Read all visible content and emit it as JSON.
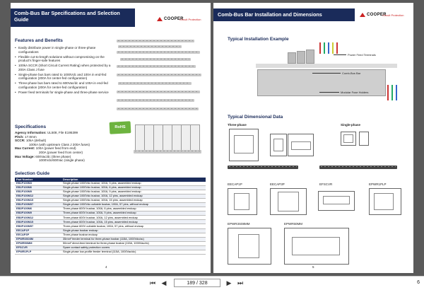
{
  "left_page": {
    "title": "Comb-Bus Bar Specifications and Selection Guide",
    "logo_name": "COOPER",
    "logo_sub": "Circuit Protection",
    "features_heading": "Features and Benefits",
    "features": [
      "Easily distribute power in single-phase or three-phase configurations",
      "Flexible cut-to-length solutions without compromising on the product's finger-safe features",
      "100kA SCCR (Short Circuit Current Rating) when protected by a 200A Class J fuse",
      "Single-phase bus bars rated to 1000Vdc and 100A in end-fed configuration (200A for center-fed configuration)",
      "Three-phase bus bars rated to 600Vac/dc and 100A in end-fed configuration (200A for center-fed configuration)",
      "Power feed terminals for single-phase and three-phase service"
    ],
    "rohs_label": "RoHS",
    "specs_heading": "Specifications",
    "specs": [
      {
        "label": "Agency Information:",
        "value": "UL508, File E195399"
      },
      {
        "label": "Pitch:",
        "value": "17.8mm"
      },
      {
        "label": "SCCR:",
        "value": "10kA (default)"
      },
      {
        "label": "",
        "value": "100kA (with upstream Class J 200A fuses)"
      },
      {
        "label": "Max Current:",
        "value": "100A (power feed from end)"
      },
      {
        "label": "",
        "value": "200A (power feed from center)"
      },
      {
        "label": "Max Voltage:",
        "value": "600Vac/dc (three phase)"
      },
      {
        "label": "",
        "value": "1000Vdc/600Vac (single phase)"
      }
    ],
    "selection_heading": "Selection Guide",
    "table_headers": [
      "Part Number",
      "Description"
    ],
    "table_rows": [
      [
        "EB1P100M3",
        "Single-phase 1000Vdc busbar, 100A, 3 pins, assembled endcap"
      ],
      [
        "EB1P100M6",
        "Single-phase 1000Vdc busbar, 100A, 6 pins, assembled endcap"
      ],
      [
        "EB1P100M9",
        "Single-phase 1000Vdc busbar, 100A, 9 pins, assembled endcap"
      ],
      [
        "EB1P100M12",
        "Single-phase 1000Vdc busbar, 100A, 12 pins, assembled endcap"
      ],
      [
        "EB1P100M15",
        "Single-phase 1000Vdc busbar, 100A, 15 pins, assembled endcap"
      ],
      [
        "EB1P100M57",
        "Single-phase 1000Vdc cuttable busbar, 100A, 57 pins, without endcap"
      ],
      [
        "EB3P100M6",
        "Three-phase 600V busbar, 100A, 6 pins, assembled endcap"
      ],
      [
        "EB3P100M9",
        "Three-phase 600V busbar, 100A, 9 pins, assembled endcap"
      ],
      [
        "EB3P100M12",
        "Three-phase 600V busbar, 100A, 12 pins, assembled endcap"
      ],
      [
        "EB3P100M15",
        "Three-phase 600V busbar, 100A, 15 pins, assembled endcap"
      ],
      [
        "EB3P100M57",
        "Three-phase 600V cuttable busbar, 100A, 57 pins, without endcap"
      ],
      [
        "EECAP1P",
        "Single-phase busbar endcap"
      ],
      [
        "EECAP3P",
        "Three-phase busbar endcap"
      ],
      [
        "EPWR3S08M",
        "35mm² feeder terminal for three-phase busbar (115A, 1000Vdc/ac)"
      ],
      [
        "EPWR50MM",
        "50mm² direct-feed terminal for three-phase busbar (115A, 1000Vac/dc)"
      ],
      [
        "EFSCVR",
        "Spare contact safety protection covers"
      ],
      [
        "EPWR1PLP",
        "Single-phase low-profile feeder terminal (115A, 1000Vac/dc)"
      ]
    ],
    "page_number": "4"
  },
  "right_page": {
    "title": "Comb-Bus Bar Installation and Dimensions",
    "logo_name": "COOPER",
    "logo_sub": "Circuit Protection",
    "install_heading": "Typical Installation Example",
    "callouts": [
      "Power Feed Terminals",
      "Comb-Bus Bar",
      "Modular Fuse Holders"
    ],
    "dimensional_heading": "Typical Dimensional Data",
    "three_phase_label": "Three-phase",
    "single_phase_label": "Single-phase",
    "drawing_labels": [
      "EECAP1P",
      "EECAP3P",
      "EFSCVR",
      "EPWR1PLP",
      "EPWR3S08MM",
      "EPWR50MM"
    ],
    "page_number": "5"
  },
  "toolbar": {
    "first_icon": "first-page-icon",
    "prev_icon": "prev-page-icon",
    "next_icon": "next-page-icon",
    "last_icon": "last-page-icon",
    "page_display": "189 / 328",
    "zoom_partial": "6"
  }
}
